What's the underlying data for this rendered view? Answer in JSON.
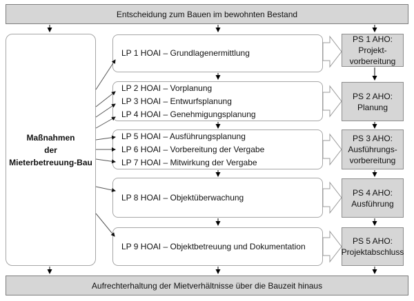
{
  "top_banner": {
    "label": "Entscheidung zum Bauen im bewohnten Bestand"
  },
  "left_box": {
    "lines": [
      "Maßnahmen",
      "der",
      "Mieterbetreuung-Bau"
    ]
  },
  "middle_boxes": [
    {
      "lines": [
        "LP 1 HOAI – Grundlagenermittlung"
      ]
    },
    {
      "lines": [
        "LP 2 HOAI – Vorplanung",
        "LP 3 HOAI – Entwurfsplanung",
        "LP 4 HOAI – Genehmigungsplanung"
      ]
    },
    {
      "lines": [
        "LP 5 HOAI – Ausführungsplanung",
        "LP 6 HOAI – Vorbereitung der Vergabe",
        "LP 7 HOAI – Mitwirkung der Vergabe"
      ]
    },
    {
      "lines": [
        "LP 8 HOAI – Objektüberwachung"
      ]
    },
    {
      "lines": [
        "LP 9 HOAI – Objektbetreuung und Dokumentation"
      ]
    }
  ],
  "right_boxes": [
    {
      "lines": [
        "PS 1 AHO:",
        "Projekt-",
        "vorbereitung"
      ]
    },
    {
      "lines": [
        "PS 2 AHO:",
        "Planung"
      ]
    },
    {
      "lines": [
        "PS 3 AHO:",
        "Ausführungs-",
        "vorbereitung"
      ]
    },
    {
      "lines": [
        "PS 4 AHO:",
        "Ausführung"
      ]
    },
    {
      "lines": [
        "PS 5 AHO:",
        "Projektabschluss"
      ]
    }
  ],
  "bottom_banner": {
    "label": "Aufrechterhaltung der Mietverhältnisse über die Bauzeit hinaus"
  },
  "colors": {
    "banner_fill": "#d6d6d6",
    "banner_border": "#7d7d7d",
    "white_box_border": "#a6a6a6",
    "block_arrow_stroke": "#999999",
    "arrow_black": "#000000",
    "fan_line": "#555555"
  }
}
